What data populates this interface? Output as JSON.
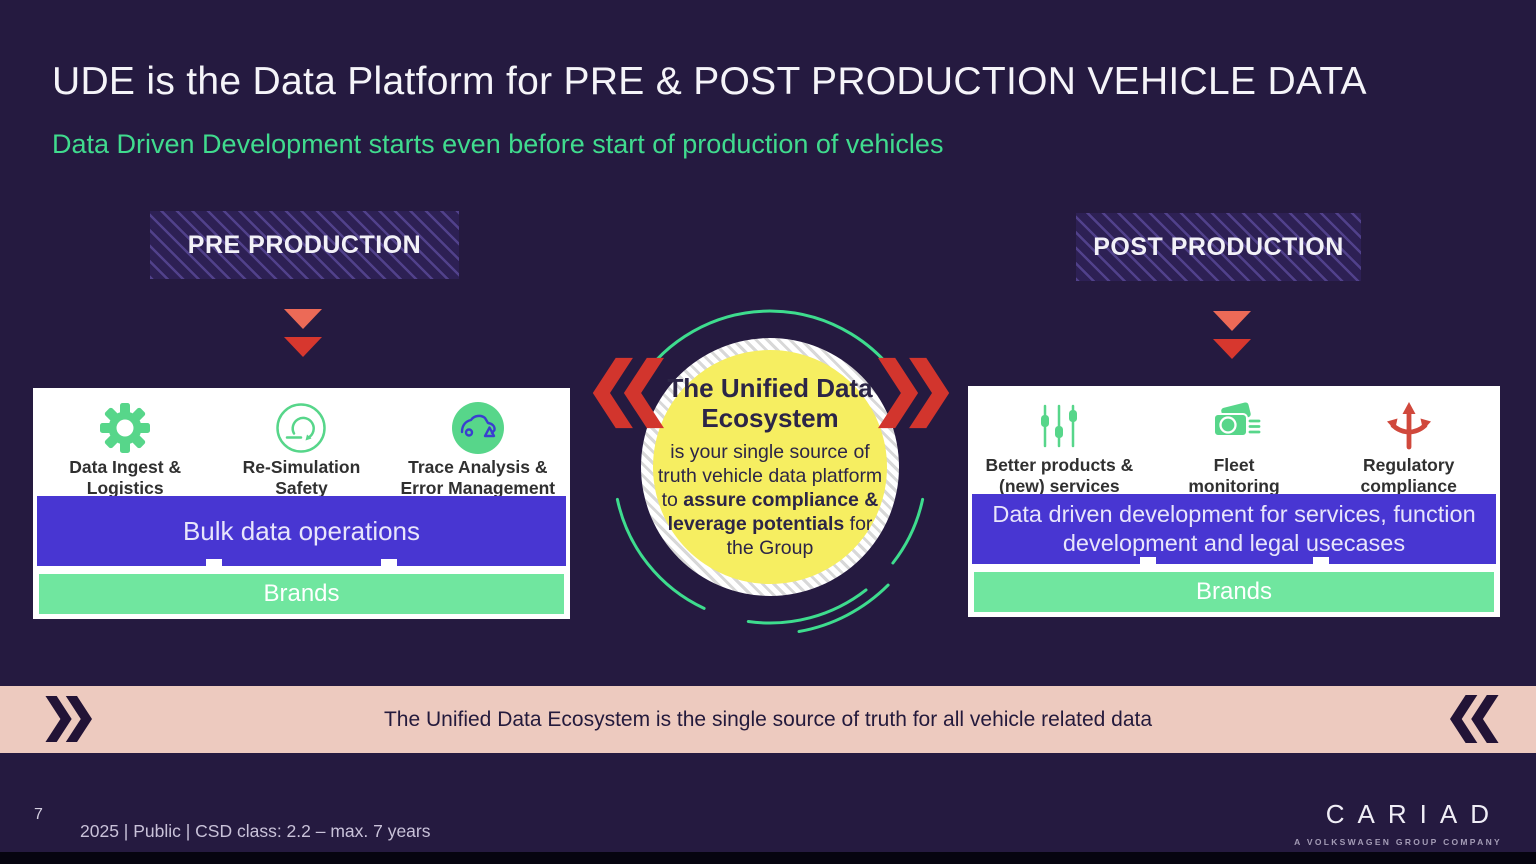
{
  "slide": {
    "title": "UDE is the Data Platform for PRE & POST PRODUCTION VEHICLE DATA",
    "subtitle": "Data Driven Development starts even before start of production of vehicles"
  },
  "pre_production": {
    "label": "PRE PRODUCTION",
    "items": [
      {
        "icon": "gear-icon",
        "label": "Data Ingest &\nLogistics"
      },
      {
        "icon": "resimulation-loop-icon",
        "label": "Re-Simulation\nSafety"
      },
      {
        "icon": "car-trace-icon",
        "label": "Trace Analysis &\nError Management"
      }
    ],
    "blue_bar": "Bulk data operations",
    "green_bar": "Brands"
  },
  "post_production": {
    "label": "POST PRODUCTION",
    "items": [
      {
        "icon": "sliders-icon",
        "label": "Better products &\n(new) services"
      },
      {
        "icon": "wallet-icon",
        "label": "Fleet\nmonitoring"
      },
      {
        "icon": "branching-arrows-icon",
        "label": "Regulatory\ncompliance"
      }
    ],
    "blue_bar": "Data driven development for services, function development and legal usecases",
    "green_bar": "Brands"
  },
  "center": {
    "title": "The Unified Data Ecosystem",
    "body_part1": "is your single source of truth vehicle data platform to ",
    "body_bold": "assure compliance & leverage potentials",
    "body_part2": " for the Group"
  },
  "banner": {
    "text": "The Unified Data Ecosystem is the single source of truth for all vehicle related data"
  },
  "footer": {
    "page_number": "7",
    "classification": "2025 | Public | CSD class: 2.2 – max. 7 years"
  },
  "logo": {
    "name": "CARIAD",
    "tagline": "A VOLKSWAGEN GROUP COMPANY"
  },
  "colors": {
    "background": "#251a40",
    "accent_green": "#40db8e",
    "bar_blue": "#4836d2",
    "bar_green": "#70e69f",
    "circle_yellow": "#f6ee61",
    "chevron_red": "#d2352d",
    "banner_salmon": "#edcabf",
    "icon_green": "#57d68a",
    "icon_red": "#d0483c"
  }
}
